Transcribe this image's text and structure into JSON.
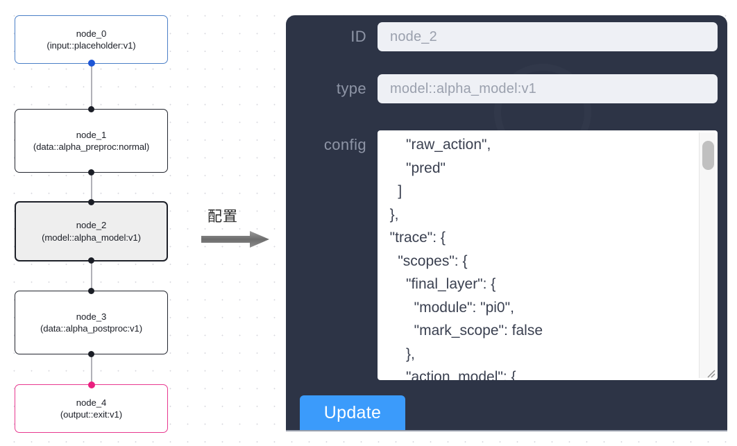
{
  "graph": {
    "nodes": [
      {
        "id": "node_0",
        "type": "(input::placeholder:v1)",
        "style": "blue",
        "selected": false
      },
      {
        "id": "node_1",
        "type": "(data::alpha_preproc:normal)",
        "style": "plain",
        "selected": false
      },
      {
        "id": "node_2",
        "type": "(model::alpha_model:v1)",
        "style": "plain",
        "selected": true
      },
      {
        "id": "node_3",
        "type": "(data::alpha_postproc:v1)",
        "style": "plain",
        "selected": false
      },
      {
        "id": "node_4",
        "type": "(output::exit:v1)",
        "style": "pink",
        "selected": false
      }
    ],
    "edge_color": "#b1b1b7",
    "handle_color": "#1b1e26",
    "start_handle_color": "#1d56d6",
    "end_handle_color": "#ea1f7f"
  },
  "arrow": {
    "label": "配置",
    "color": "#6f6f6f"
  },
  "panel": {
    "background": "#2d3446",
    "fields": {
      "id": {
        "label": "ID",
        "value": "node_2"
      },
      "type": {
        "label": "type",
        "value": "model::alpha_model:v1"
      },
      "config": {
        "label": "config",
        "value": "      \"raw_action\",\n      \"pred\"\n    ]\n  },\n  \"trace\": {\n    \"scopes\": {\n      \"final_layer\": {\n        \"module\": \"pi0\",\n        \"mark_scope\": false\n      },\n      \"action_model\": {"
      }
    },
    "update_button": {
      "label": "Update",
      "color": "#3b9bfb"
    }
  }
}
